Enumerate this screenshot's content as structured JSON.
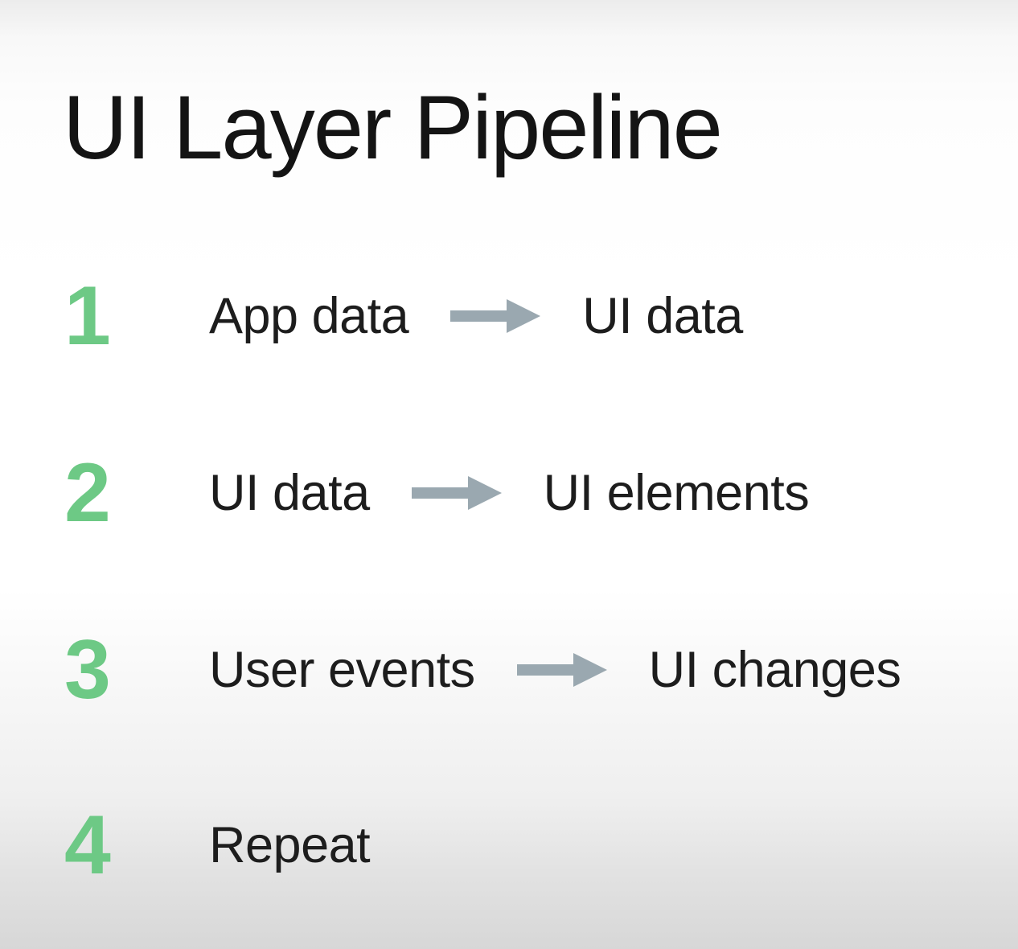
{
  "title": "UI Layer Pipeline",
  "colors": {
    "accent_green": "#6dc985",
    "arrow_gray": "#9aa8b0",
    "text_dark": "#1d1d1d",
    "background_top": "#ececec",
    "background_middle": "#ffffff",
    "background_bottom": "#d7d7d7"
  },
  "steps": [
    {
      "number": "1",
      "from": "App data",
      "to": "UI data"
    },
    {
      "number": "2",
      "from": "UI data",
      "to": "UI elements"
    },
    {
      "number": "3",
      "from": "User events",
      "to": "UI changes"
    },
    {
      "number": "4",
      "from": "Repeat",
      "to": ""
    }
  ]
}
